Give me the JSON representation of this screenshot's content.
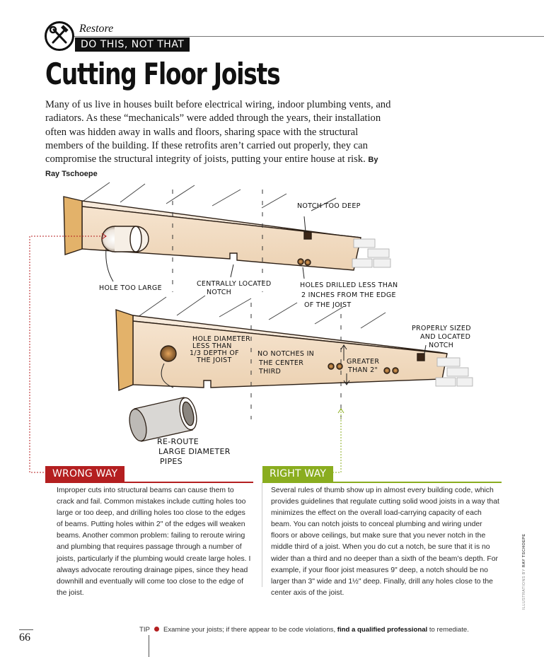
{
  "header": {
    "kicker": "Restore",
    "series": "DO THIS, NOT THAT",
    "logo_icon": "hammer-wrench-icon"
  },
  "article": {
    "title": "Cutting Floor Joists",
    "intro": "Many of us live in houses built before electrical wiring, indoor plumbing vents, and radiators. As these “mechanicals” were added through the years, their installation often was hidden away in walls and floors, sharing space with the structural members of the building. If these retrofits aren’t carried out properly, they can compromise the structural integrity of joists, putting your entire house at risk.",
    "byline": "By Ray Tschoepe"
  },
  "illustration": {
    "labels": {
      "notch_too_deep": "NOTCH TOO DEEP",
      "hole_too_large": "HOLE TOO LARGE",
      "centrally_located_1": "CENTRALLY LOCATED",
      "centrally_located_2": "NOTCH",
      "holes_drilled_1": "HOLES DRILLED LESS THAN",
      "holes_drilled_2": "2 INCHES FROM THE EDGE",
      "holes_drilled_3": "OF THE JOIST",
      "properly_1": "PROPERLY SIZED",
      "properly_2": "AND LOCATED",
      "properly_3": "NOTCH",
      "hole_diameter_1": "HOLE DIAMETER",
      "hole_diameter_2": "LESS THAN",
      "hole_diameter_3": "1/3 DEPTH OF",
      "hole_diameter_4": "THE JOIST",
      "no_notches_1": "NO NOTCHES IN",
      "no_notches_2": "THE CENTER",
      "no_notches_3": "THIRD",
      "greater_1": "GREATER",
      "greater_2": "THAN 2\"",
      "reroute_1": "RE-ROUTE",
      "reroute_2": "LARGE DIAMETER",
      "reroute_3": "PIPES"
    },
    "colors": {
      "wood_face": "#f2dcc2",
      "wood_top": "#f7eadb",
      "wood_end": "#e3b26a",
      "outline": "#2b1e14"
    }
  },
  "wrong_way": {
    "label": "WRONG WAY",
    "text": "Improper cuts into structural beams can cause them to crack and fail. Common mistakes include cutting holes too large or too deep, and drilling holes too close to the edges of beams. Putting holes within 2\" of the edges will weaken beams. Another common problem: failing to reroute wiring and plumbing that requires passage through a number of joists, particularly if the plumbing would create large holes. I always advocate rerouting drainage pipes, since they head downhill and eventually will come too close to the edge of the joist.",
    "color": "#b41f20"
  },
  "right_way": {
    "label": "RIGHT WAY",
    "text": "Several rules of thumb show up in almost every building code, which provides guidelines that regulate cutting solid wood joists in a way that minimizes the effect on the overall load-carrying capacity of each beam. You can notch joists to conceal plumbing and wiring under floors or above ceilings, but make sure that you never notch in the middle third of a joist. When you do cut a notch, be sure that it is no wider than a third and no deeper than a sixth of the beam’s depth. For example, if your floor joist measures 9\" deep, a notch should be no larger than 3\" wide and 1½\" deep. Finally, drill any holes close to the center axis of the joist.",
    "color": "#8aad1f"
  },
  "credit": {
    "prefix": "ILLUSTRATIONS BY",
    "name": "RAY TSCHOEPE"
  },
  "footer": {
    "page_number": "66",
    "tip_label": "TIP",
    "tip_before": "Examine your joists; if there appear to be code violations,",
    "tip_bold": "find a qualified professional",
    "tip_after": "to remediate."
  }
}
